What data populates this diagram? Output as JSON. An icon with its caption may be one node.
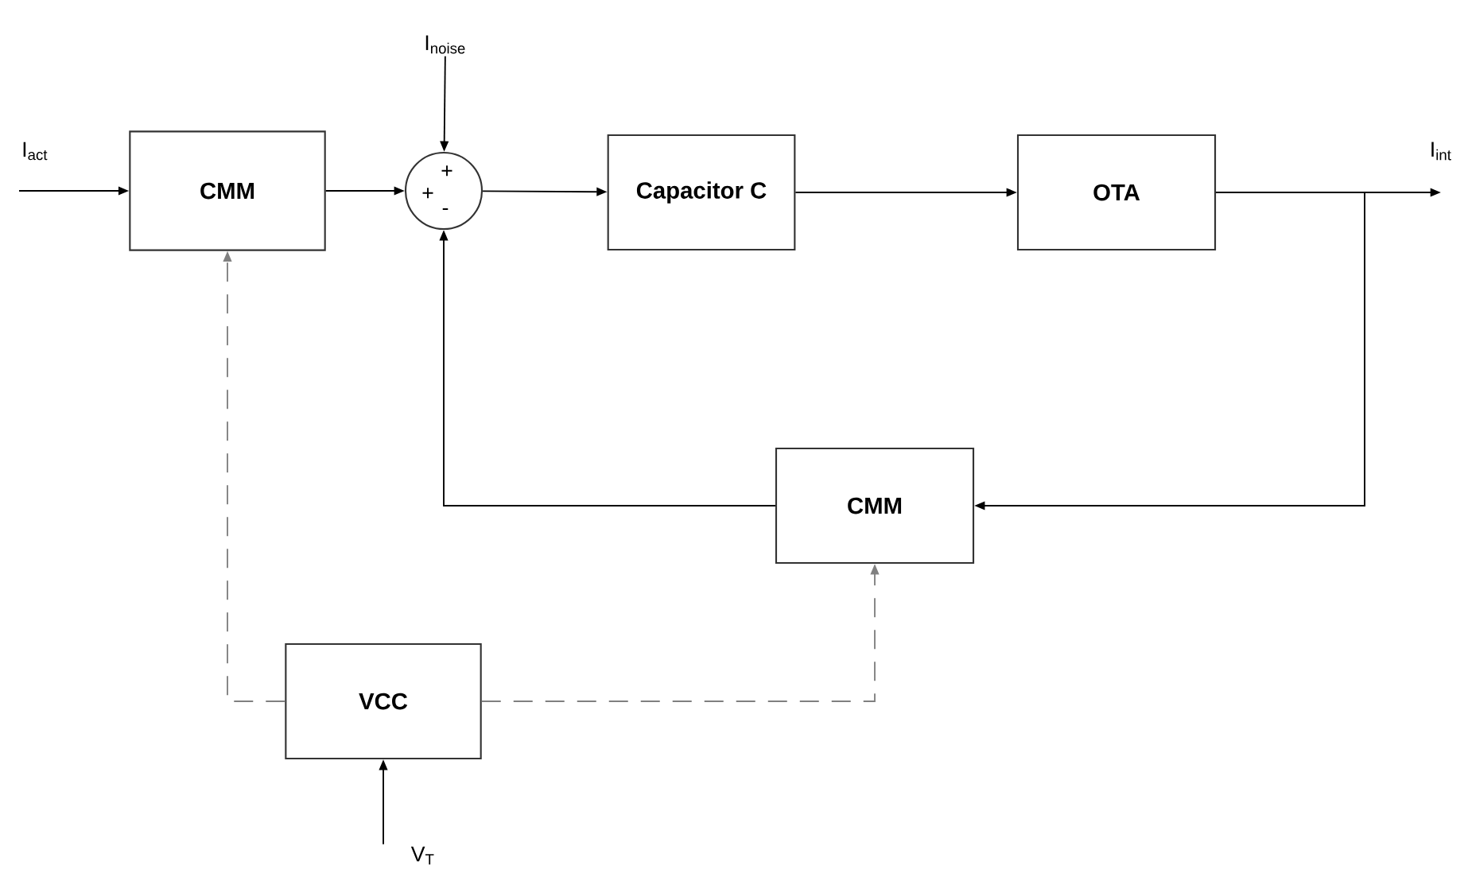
{
  "diagram": {
    "nodes": [
      {
        "text": [
          "I$_{act}$"
        ]
      },
      {
        "text": [
          "CMM"
        ]
      },
      {
        "text": [
          "+",
          "+",
          "-"
        ]
      },
      {
        "text": [
          "I$_{noise}$"
        ]
      },
      {
        "text": [
          "Capacitor C"
        ]
      },
      {
        "text": [
          "OTA"
        ]
      },
      {
        "text": [
          "I$_{int}$"
        ]
      },
      {
        "text": [
          "CMM"
        ]
      },
      {
        "text": [
          "VCC"
        ]
      },
      {
        "text": [
          "V$_{T}$"
        ]
      }
    ],
    "edges": [
      {
        "from": 0,
        "to": 1,
        "arrow": "to"
      },
      {
        "from": 1,
        "to": 2,
        "arrow": "to"
      },
      {
        "from": 3,
        "to": 2,
        "arrow": "to"
      },
      {
        "from": 2,
        "to": 4,
        "arrow": "to"
      },
      {
        "from": 4,
        "to": 5,
        "arrow": "to"
      },
      {
        "from": 5,
        "to": 6,
        "arrow": "to"
      },
      {
        "from": 5,
        "to": 7,
        "arrow": "to"
      },
      {
        "from": 7,
        "to": 2,
        "arrow": "to"
      },
      {
        "from": 8,
        "to": 1,
        "arrow": "to",
        "style": "dashed",
        "color": "#808080"
      },
      {
        "from": 8,
        "to": 7,
        "arrow": "to",
        "style": "dashed",
        "color": "#808080"
      },
      {
        "from": 9,
        "to": 8,
        "arrow": "to"
      }
    ]
  }
}
